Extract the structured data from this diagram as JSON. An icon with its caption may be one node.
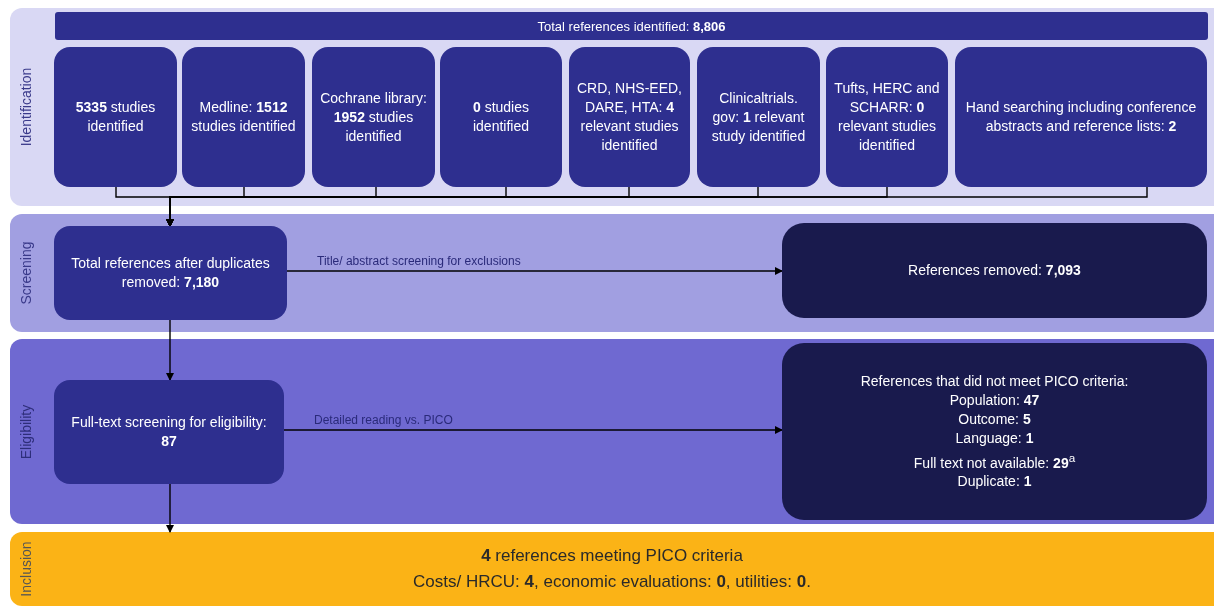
{
  "diagram": {
    "nodes": [
      {
        "text": [
          "Identification"
        ]
      },
      {
        "text": [
          "Total references identified: **8,806**"
        ],
        "in": 0
      },
      {
        "text": [
          "**5335** studies identified"
        ],
        "in": 0
      },
      {
        "text": [
          "Medline: **1512** studies identified"
        ],
        "in": 0
      },
      {
        "text": [
          "Cochrane library: **1952** studies identified"
        ],
        "in": 0
      },
      {
        "text": [
          "**0** studies identified"
        ],
        "in": 0
      },
      {
        "text": [
          "CRD, NHS-EED, DARE, HTA: **4** relevant studies identified"
        ],
        "in": 0
      },
      {
        "text": [
          "Clinicaltrials. gov: **1** relevant study identified"
        ],
        "in": 0
      },
      {
        "text": [
          "Tufts, HERC and SCHARR: **0** relevant studies identified"
        ],
        "in": 0
      },
      {
        "text": [
          "Hand searching including conference abstracts and reference lists: **2**"
        ],
        "in": 0
      },
      {
        "text": [
          "Screening"
        ]
      },
      {
        "text": [
          "Total references after duplicates removed: **7,180**"
        ],
        "in": 10
      },
      {
        "text": [
          "References removed: **7,093**"
        ],
        "in": 10
      },
      {
        "text": [
          "Eligibility"
        ]
      },
      {
        "text": [
          "Full-text screening for eligibility: **87**"
        ],
        "in": 13
      },
      {
        "text": [
          "References that did not meet PICO criteria:",
          "Population: **47**",
          "Outcome: **5**",
          "Language: **1**",
          "Full text not available: **29**$^{a}$",
          "Duplicate: **1**"
        ],
        "in": 13
      },
      {
        "text": [
          "Inclusion",
          "**4** references meeting PICO criteria",
          "Costs/ HRCU: **4**, economic evaluations: **0**, utilities: **0**."
        ]
      }
    ],
    "edges": [
      {
        "from": 2,
        "to": 11,
        "arrow": "to"
      },
      {
        "from": 3,
        "to": 11,
        "arrow": "to"
      },
      {
        "from": 4,
        "to": 11,
        "arrow": "to"
      },
      {
        "from": 5,
        "to": 11,
        "arrow": "to"
      },
      {
        "from": 6,
        "to": 11,
        "arrow": "to"
      },
      {
        "from": 7,
        "to": 11,
        "arrow": "to"
      },
      {
        "from": 8,
        "to": 11,
        "arrow": "to"
      },
      {
        "from": 9,
        "to": 11,
        "arrow": "to"
      },
      {
        "from": 11,
        "to": 12,
        "arrow": "to",
        "label": "Title/ abstract screening for exclusions"
      },
      {
        "from": 11,
        "to": 14,
        "arrow": "to"
      },
      {
        "from": 14,
        "to": 15,
        "arrow": "to",
        "label": "Detailed reading vs. PICO"
      },
      {
        "from": 14,
        "to": 16,
        "arrow": "to"
      }
    ]
  }
}
